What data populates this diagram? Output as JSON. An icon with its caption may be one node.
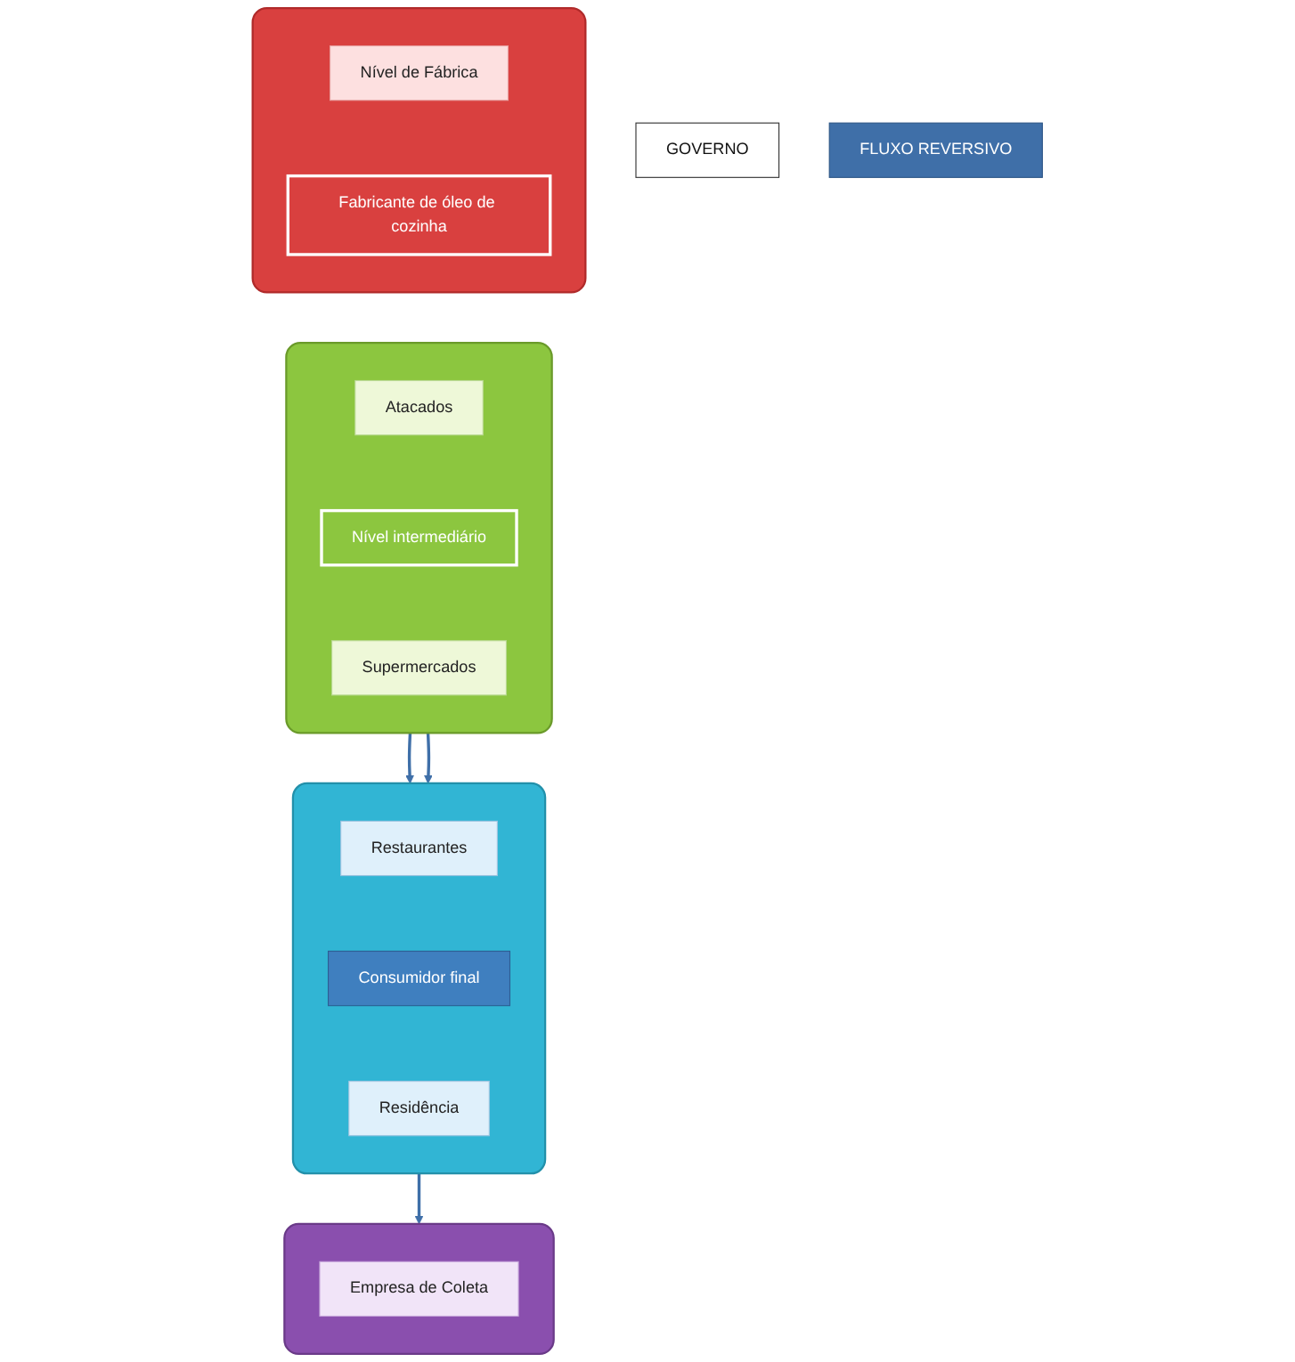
{
  "diagram": {
    "nodes": [
      {
        "text": [],
        "shape": "box"
      },
      {
        "text": [
          "Nível de Fábrica"
        ],
        "in": 0
      },
      {
        "text": [
          "Fabricante de óleo de cozinha"
        ],
        "in": 0
      },
      {
        "text": [],
        "shape": "box"
      },
      {
        "text": [
          "Atacados"
        ],
        "in": 3
      },
      {
        "text": [
          "Nível intermediário"
        ],
        "in": 3
      },
      {
        "text": [
          "Supermercados"
        ],
        "in": 3
      },
      {
        "text": [],
        "shape": "box"
      },
      {
        "text": [
          "Restaurantes"
        ],
        "in": 7
      },
      {
        "text": [
          "Consumidor final"
        ],
        "in": 7
      },
      {
        "text": [
          "Residência"
        ],
        "in": 7
      },
      {
        "text": [],
        "shape": "box"
      },
      {
        "text": [
          "Empresa de Coleta"
        ],
        "in": 11
      },
      {
        "text": [
          "GOVERNO"
        ]
      },
      {
        "text": [
          "FLUXO REVERSIVO"
        ]
      }
    ],
    "edges": [
      {
        "from": 3,
        "to": 7,
        "arrow": "to"
      },
      {
        "from": 3,
        "to": 7,
        "arrow": "to"
      },
      {
        "from": 7,
        "to": 11,
        "arrow": "to"
      }
    ]
  }
}
